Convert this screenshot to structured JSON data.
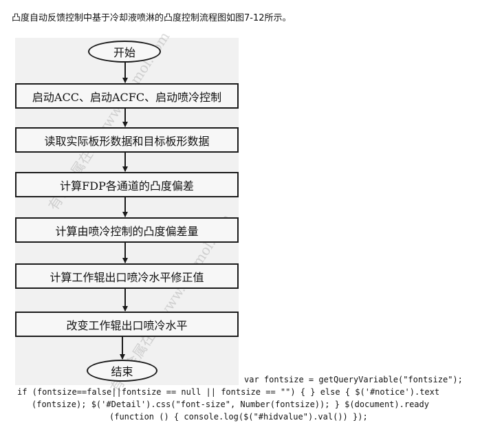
{
  "intro_text": "凸度自动反馈控制中基于冷却液喷淋的凸度控制流程图如图7-12所示。",
  "watermark": "有色金属在线 www.cnnmol.com",
  "flowchart": {
    "start": "开始",
    "steps": [
      "启动ACC、启动ACFC、启动喷冷控制",
      "读取实际板形数据和目标板形数据",
      "计算FDP各通道的凸度偏差",
      "计算由喷冷控制的凸度偏差量",
      "计算工作辊出口喷冷水平修正值",
      "改变工作辊出口喷冷水平"
    ],
    "end": "结束"
  },
  "code_lines": [
    "var fontsize = getQueryVariable(\"fontsize\");",
    "if (fontsize==false||fontsize == null || fontsize == \"\") { } else { $('#notice').text",
    "(fontsize); $('#Detail').css(\"font-size\", Number(fontsize)); } $(document).ready",
    "(function () { console.log($(\"#hidvalue\").val()) });"
  ]
}
